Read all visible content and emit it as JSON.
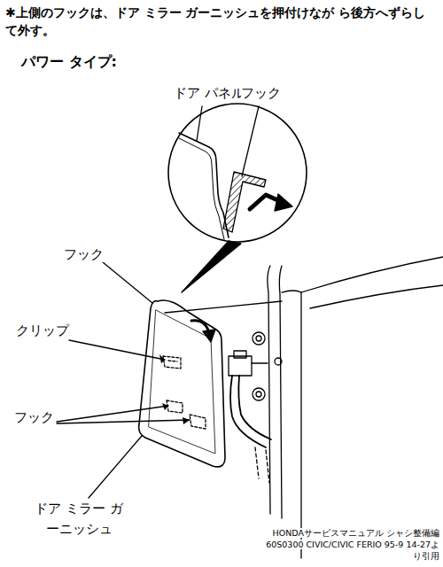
{
  "diagram": {
    "caption": "HONDAサービスマニュアル シャシ整備編 60S0300 CIVIC/CIVIC FERIO 95-9 14-27より引用",
    "labels": [
      "✱上側のフックは、ドア ミラー ガーニッシュを押付けなが ら後方へずらして外す。",
      "パワー タイプ:",
      "ドア パネル",
      "フック",
      "フック",
      "クリップ",
      "フック",
      "ドア ミラー ガーニッシュ"
    ]
  }
}
